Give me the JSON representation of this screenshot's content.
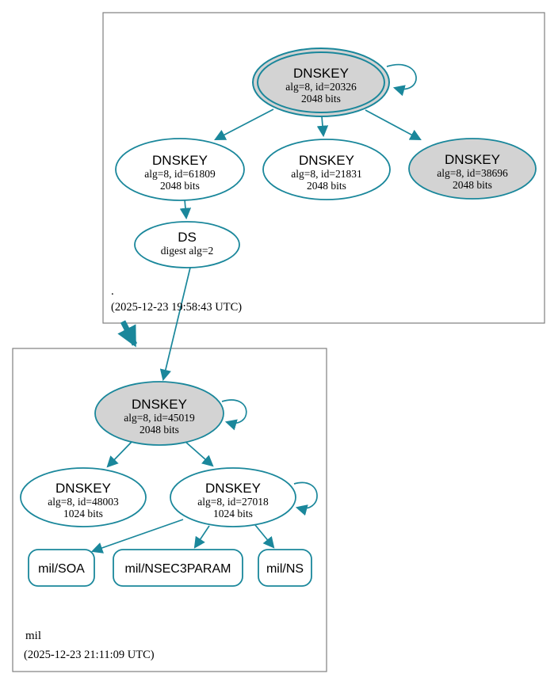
{
  "colors": {
    "edge_teal": "#1a879b",
    "ksk_fill_gray": "#d3d3d3",
    "node_fill_white": "#ffffff",
    "cluster_border_gray": "#7f7f7f",
    "text_black": "#000000"
  },
  "root_zone": {
    "name": ".",
    "timestamp": "(2025-12-23 19:58:43 UTC)",
    "nodes": {
      "ksk_20326": {
        "label": "DNSKEY",
        "detail": "alg=8, id=20326",
        "bits": "2048 bits"
      },
      "zsk_61809": {
        "label": "DNSKEY",
        "detail": "alg=8, id=61809",
        "bits": "2048 bits"
      },
      "zsk_21831": {
        "label": "DNSKEY",
        "detail": "alg=8, id=21831",
        "bits": "2048 bits"
      },
      "ksk_38696": {
        "label": "DNSKEY",
        "detail": "alg=8, id=38696",
        "bits": "2048 bits"
      },
      "ds": {
        "label": "DS",
        "detail": "digest alg=2"
      }
    }
  },
  "mil_zone": {
    "name": "mil",
    "timestamp": "(2025-12-23 21:11:09 UTC)",
    "nodes": {
      "ksk_45019": {
        "label": "DNSKEY",
        "detail": "alg=8, id=45019",
        "bits": "2048 bits"
      },
      "zsk_48003": {
        "label": "DNSKEY",
        "detail": "alg=8, id=48003",
        "bits": "1024 bits"
      },
      "zsk_27018": {
        "label": "DNSKEY",
        "detail": "alg=8, id=27018",
        "bits": "1024 bits"
      },
      "rrset_soa": {
        "label": "mil/SOA"
      },
      "rrset_nsec3param": {
        "label": "mil/NSEC3PARAM"
      },
      "rrset_ns": {
        "label": "mil/NS"
      }
    }
  }
}
